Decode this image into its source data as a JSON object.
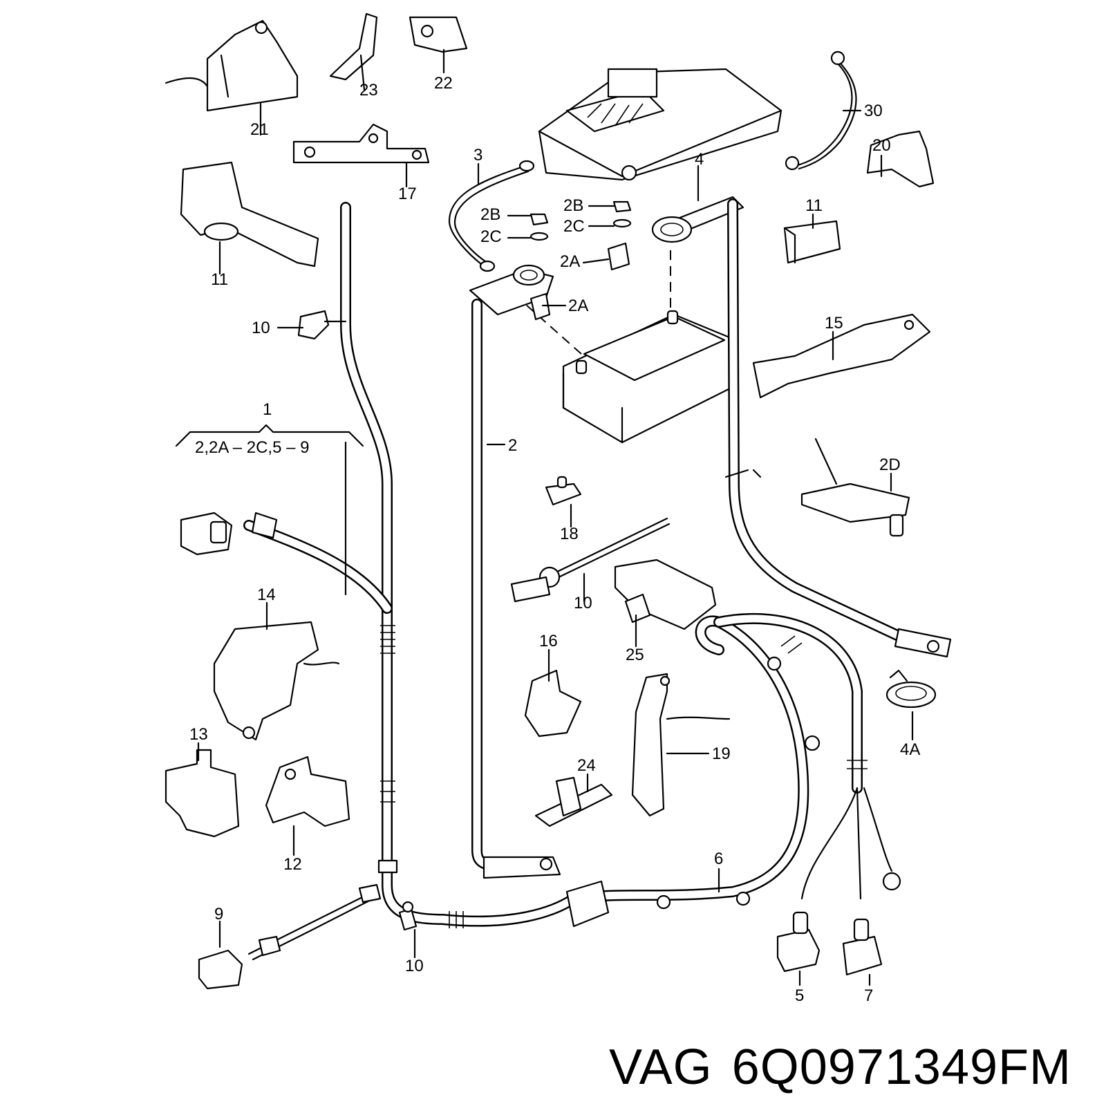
{
  "caption": {
    "brand": "VAG",
    "part_number": "6Q0971349FM"
  },
  "callouts": {
    "c1": "1",
    "c1_range": "2,2A – 2C,5 – 9",
    "c2": "2",
    "c2A_a": "2A",
    "c2A_b": "2A",
    "c2B_a": "2B",
    "c2B_b": "2B",
    "c2C_a": "2C",
    "c2C_b": "2C",
    "c2D": "2D",
    "c3": "3",
    "c4": "4",
    "c4A": "4A",
    "c5": "5",
    "c6": "6",
    "c7": "7",
    "c9": "9",
    "c10_a": "10",
    "c10_b": "10",
    "c10_c": "10",
    "c11_a": "11",
    "c11_b": "11",
    "c12": "12",
    "c13": "13",
    "c14": "14",
    "c15": "15",
    "c16": "16",
    "c17": "17",
    "c18": "18",
    "c19": "19",
    "c20": "20",
    "c21": "21",
    "c22": "22",
    "c23": "23",
    "c24": "24",
    "c25": "25",
    "c30": "30"
  }
}
